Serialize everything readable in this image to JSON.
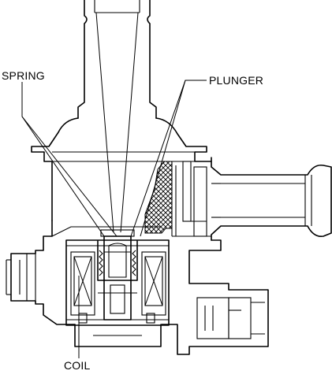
{
  "labels": {
    "spring": "SPRING",
    "plunger": "PLUNGER",
    "coil": "COIL"
  }
}
